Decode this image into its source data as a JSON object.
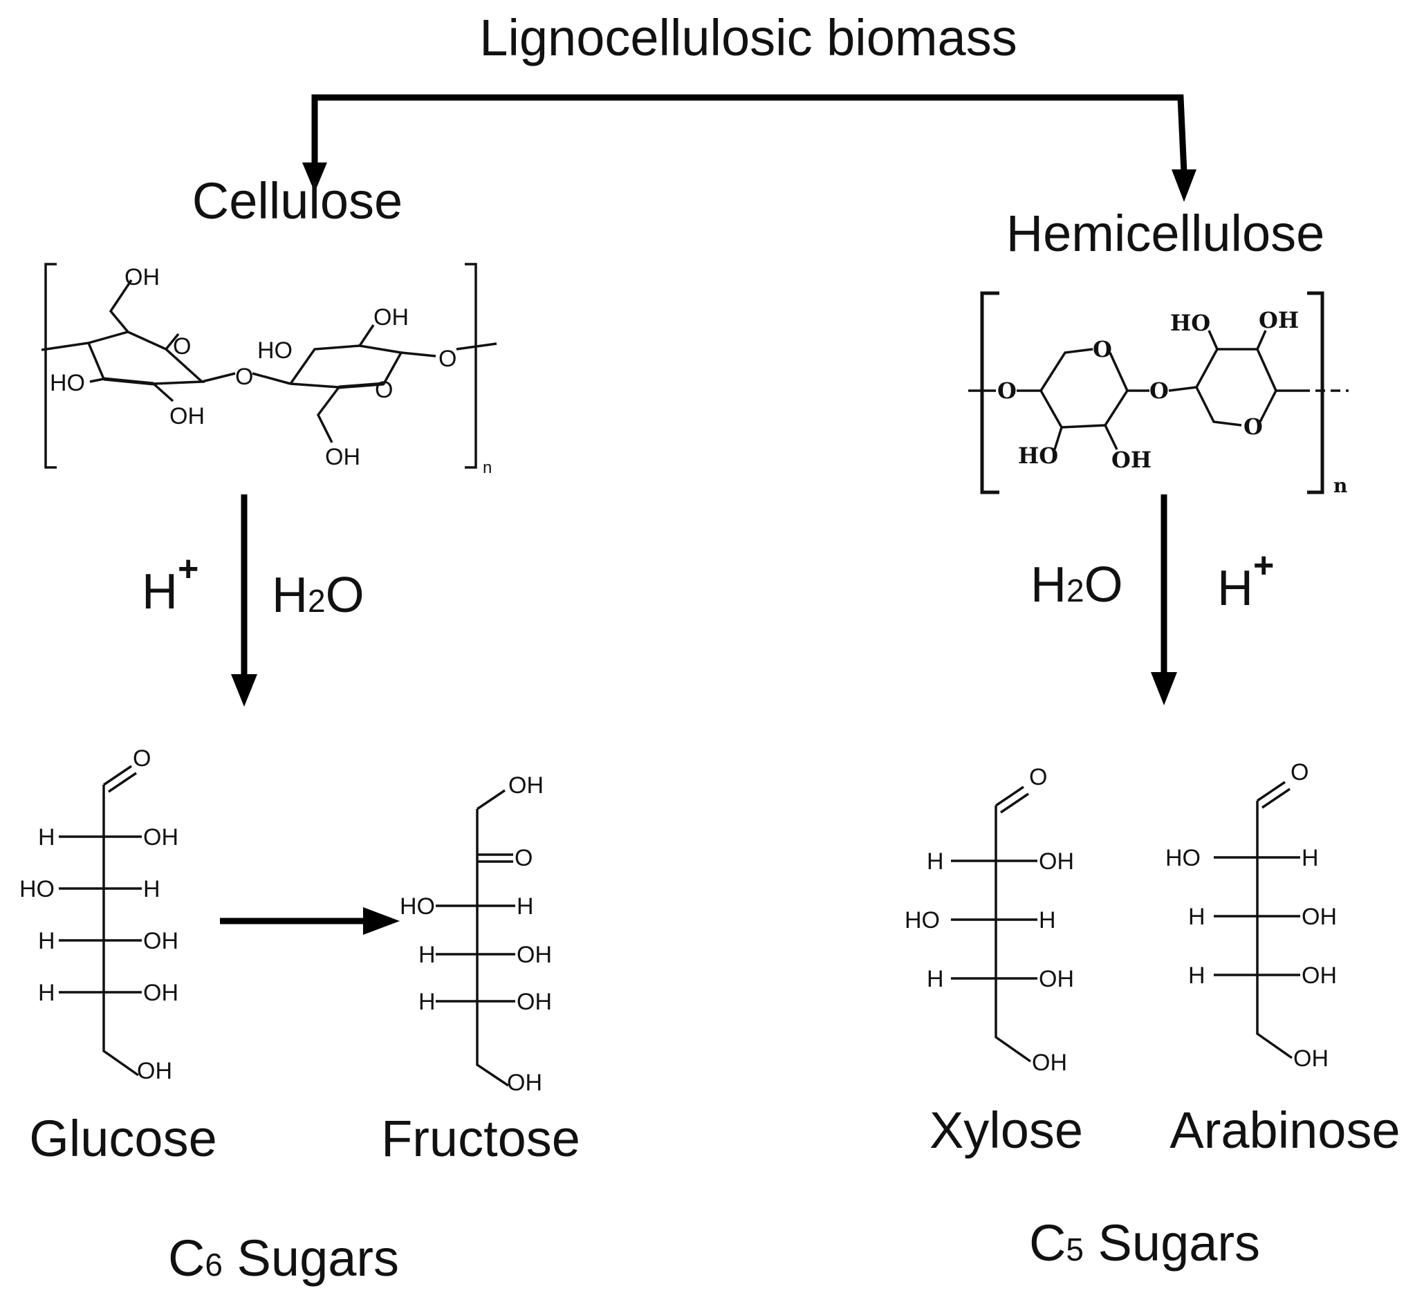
{
  "title": "Lignocellulosic biomass",
  "branches": {
    "left": "Cellulose",
    "right": "Hemicellulose"
  },
  "reagents": {
    "left": {
      "acid": "H",
      "acid_sup": "+",
      "water_h": "H",
      "water_sub": "2",
      "water_o": "O"
    },
    "right": {
      "acid": "H",
      "acid_sup": "+",
      "water_h": "H",
      "water_sub": "2",
      "water_o": "O"
    }
  },
  "products": {
    "glucose": "Glucose",
    "fructose": "Fructose",
    "xylose": "Xylose",
    "arabinose": "Arabinose"
  },
  "groups": {
    "c6": {
      "c": "C",
      "num": "6",
      "rest": " Sugars"
    },
    "c5": {
      "c": "C",
      "num": "5",
      "rest": " Sugars"
    }
  },
  "labels": {
    "oh": "OH",
    "ho": "HO",
    "h": "H",
    "o": "O",
    "n": "n"
  }
}
